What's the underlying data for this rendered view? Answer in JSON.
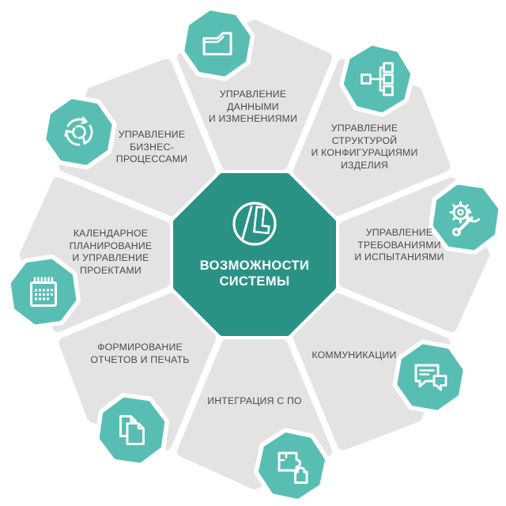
{
  "center": {
    "label": "ВОЗМОЖНОСТИ\nСИСТЕМЫ",
    "logo": "lotsman-logo"
  },
  "segments": [
    {
      "id": "data-management",
      "position": "top",
      "icon": "folder-icon",
      "label": "УПРАВЛЕНИЕ\nДАННЫМИ\nИ ИЗМЕНЕНИЯМИ"
    },
    {
      "id": "product-structure",
      "position": "top-right",
      "icon": "structure-tree-icon",
      "label": "УПРАВЛЕНИЕ\nСТРУКТУРОЙ\nИ КОНФИГУРАЦИЯМИ\nИЗДЕЛИЯ"
    },
    {
      "id": "requirements",
      "position": "right",
      "icon": "gear-wrench-icon",
      "label": "УПРАВЛЕНИЕ\nТРЕБОВАНИЯМИ\nИ ИСПЫТАНИЯМИ"
    },
    {
      "id": "communications",
      "position": "bottom-right",
      "icon": "chat-bubbles-icon",
      "label": "КОММУНИКАЦИИ"
    },
    {
      "id": "software-integration",
      "position": "bottom",
      "icon": "puzzle-icon",
      "label": "ИНТЕГРАЦИЯ С ПО"
    },
    {
      "id": "reports-printing",
      "position": "bottom-left",
      "icon": "documents-icon",
      "label": "ФОРМИРОВАНИЕ\nОТЧЕТОВ И ПЕЧАТЬ"
    },
    {
      "id": "project-planning",
      "position": "left",
      "icon": "calendar-icon",
      "label": "КАЛЕНДАРНОЕ\nПЛАНИРОВАНИЕ\nИ УПРАВЛЕНИЕ\nПРОЕКТАМИ"
    },
    {
      "id": "business-processes",
      "position": "top-left",
      "icon": "cycle-arrows-icon",
      "label": "УПРАВЛЕНИЕ\nБИЗНЕС-\nПРОЦЕССАМИ"
    }
  ],
  "colors": {
    "background": "#ffffff",
    "center_octagon": "#2a9285",
    "badge": "#58beb3",
    "segment": "#e3e3e4",
    "label_text": "#4b4b4d",
    "title_text": "#ffffff",
    "icon_stroke": "#ffffff"
  }
}
